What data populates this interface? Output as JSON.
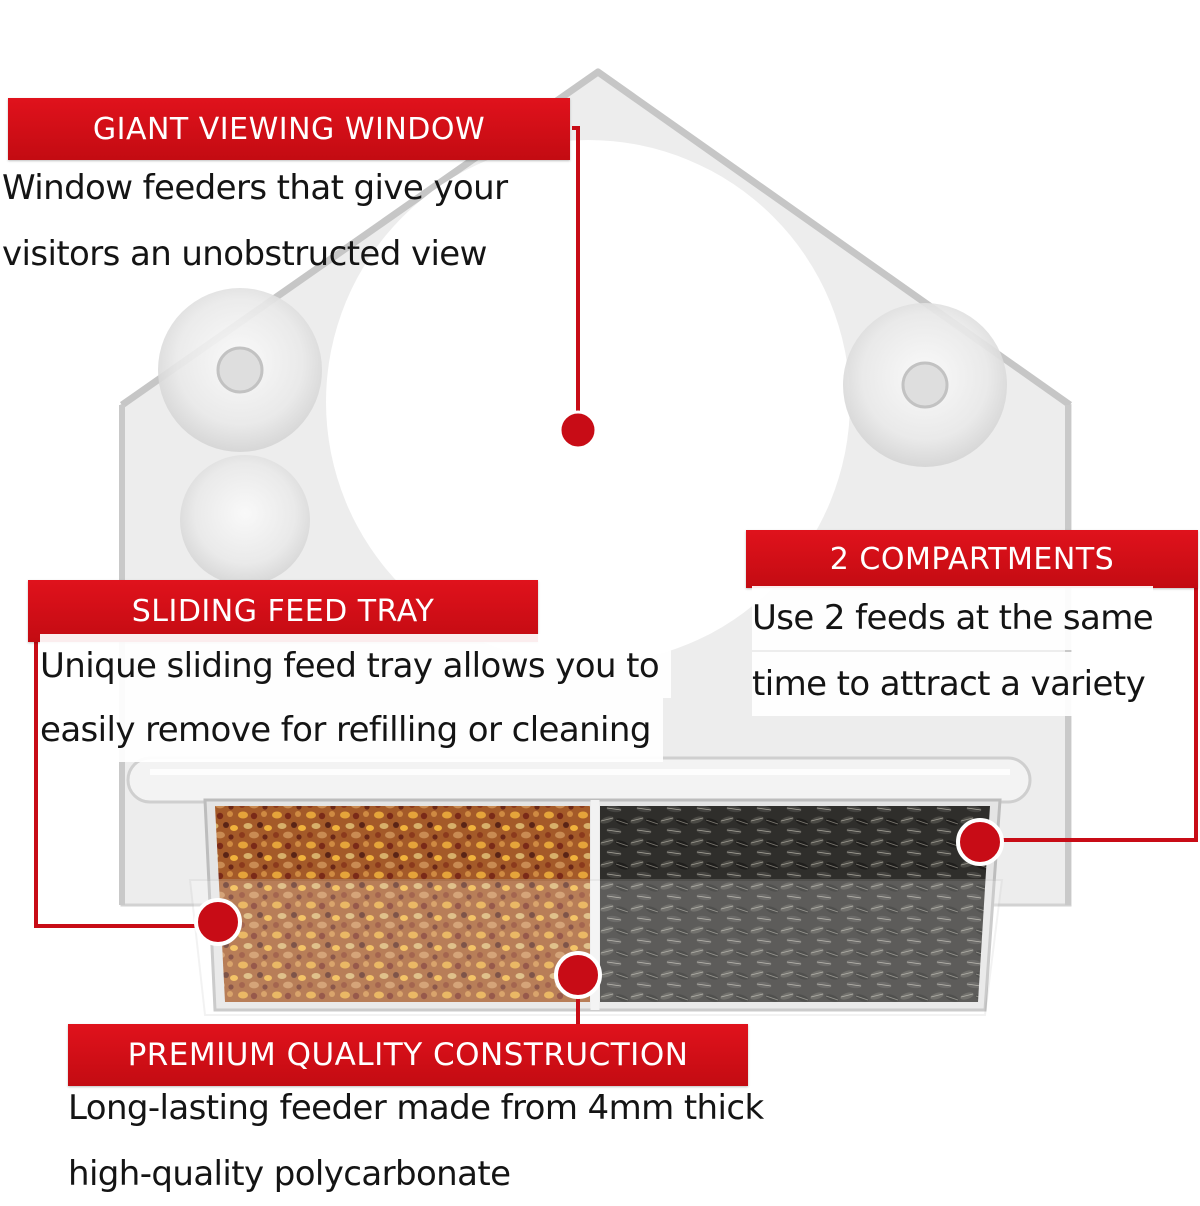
{
  "callouts": {
    "giant_viewing_window": {
      "title": "GIANT VIEWING WINDOW",
      "line1": "Window feeders that give your",
      "line2": "visitors an unobstructed view"
    },
    "sliding_feed_tray": {
      "title": "SLIDING FEED TRAY",
      "line1": "Unique sliding feed tray allows you to",
      "line2": "easily remove for refilling or cleaning"
    },
    "two_compartments": {
      "title": "2 COMPARTMENTS",
      "line1": "Use 2 feeds at the same",
      "line2": "time to attract a variety"
    },
    "premium_quality": {
      "title": "PREMIUM QUALITY CONSTRUCTION",
      "line1": "Long-lasting feeder made from 4mm thick",
      "line2": "high-quality polycarbonate"
    }
  },
  "colors": {
    "accent_red": "#cc0a14",
    "body_text": "#141414",
    "background": "#ffffff",
    "acrylic": "#e6e6e6",
    "mixed_seed": "#b5652b",
    "sunflower_seed": "#2e2e2c"
  }
}
